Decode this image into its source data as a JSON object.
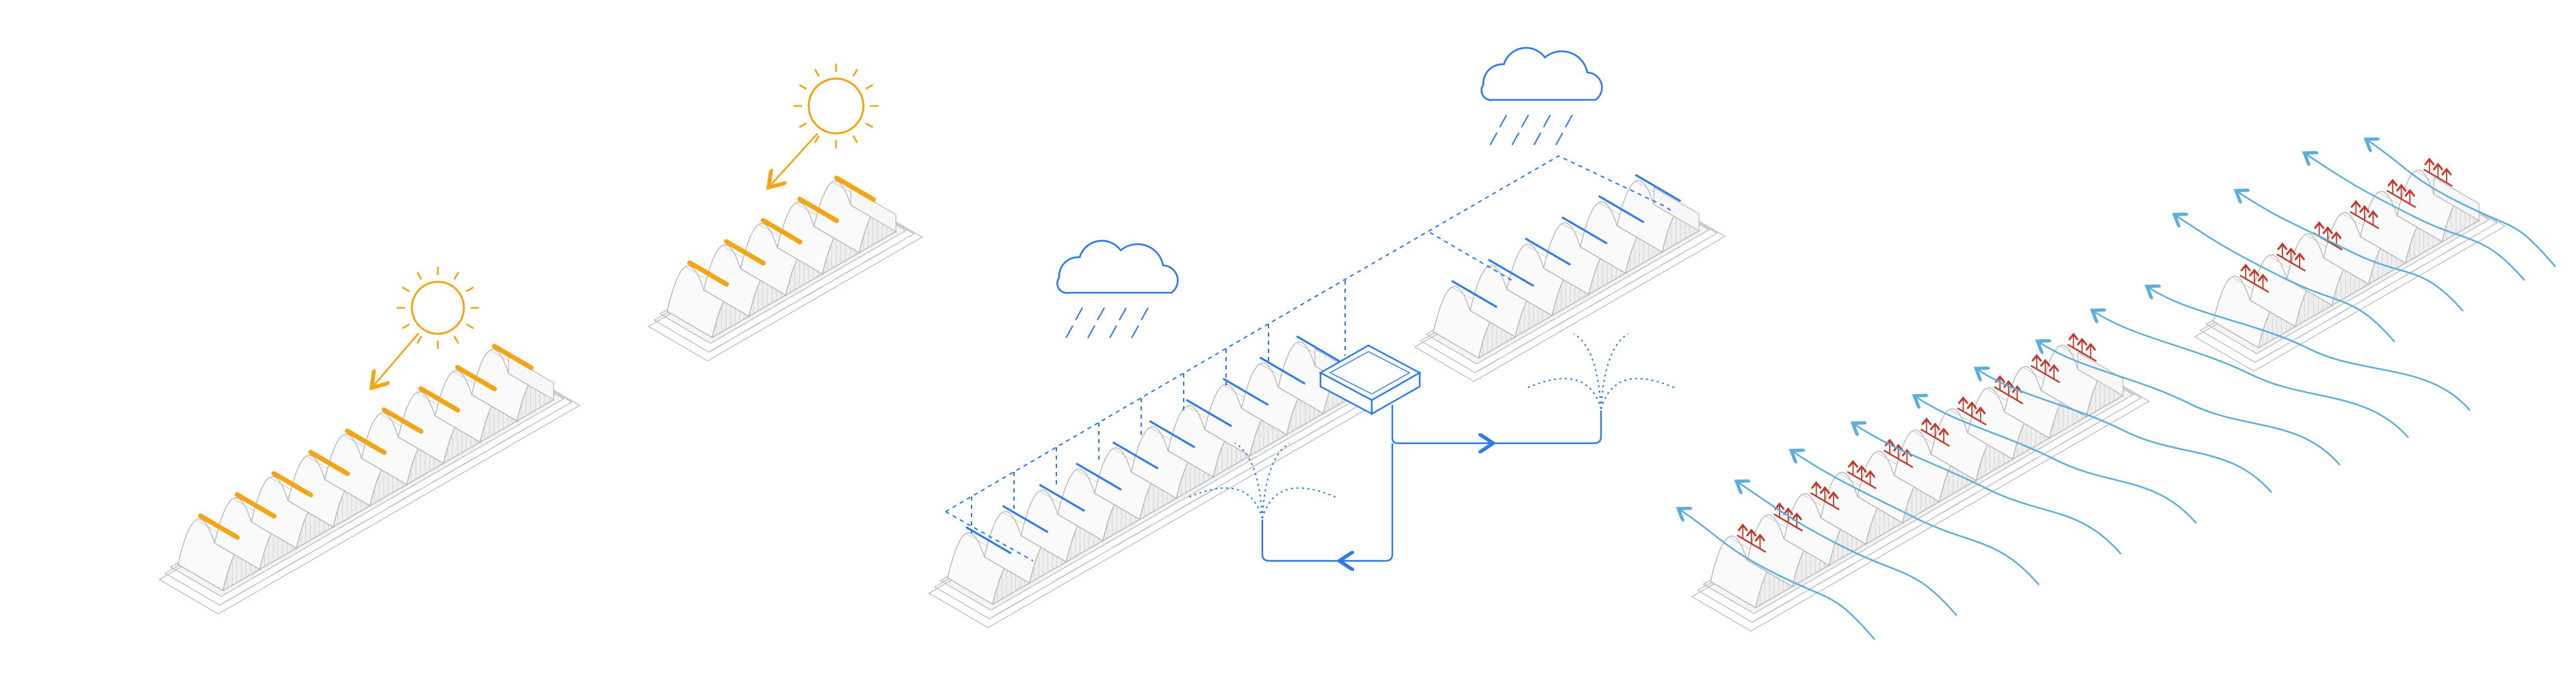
{
  "diagram": {
    "panels": [
      {
        "id": "solar",
        "theme": "sun",
        "accent": "#F2A516"
      },
      {
        "id": "rain",
        "theme": "rainwater-collection",
        "accent": "#2E7BE6"
      },
      {
        "id": "wind",
        "theme": "ventilation",
        "accent": "#5BAED8",
        "secondary": "#C0392B"
      }
    ],
    "colors": {
      "building_stroke": "#B8B8B8",
      "building_fill": "#FAFAFA",
      "sun": "#F2A516",
      "water": "#2E7BE6",
      "wind": "#5BAED8",
      "heat": "#C0392B"
    },
    "icons": [
      "sun-icon",
      "cloud-icon",
      "rain-icon",
      "tank-icon",
      "sprinkler-icon",
      "wind-arrow-icon",
      "heat-arrow-icon"
    ]
  }
}
